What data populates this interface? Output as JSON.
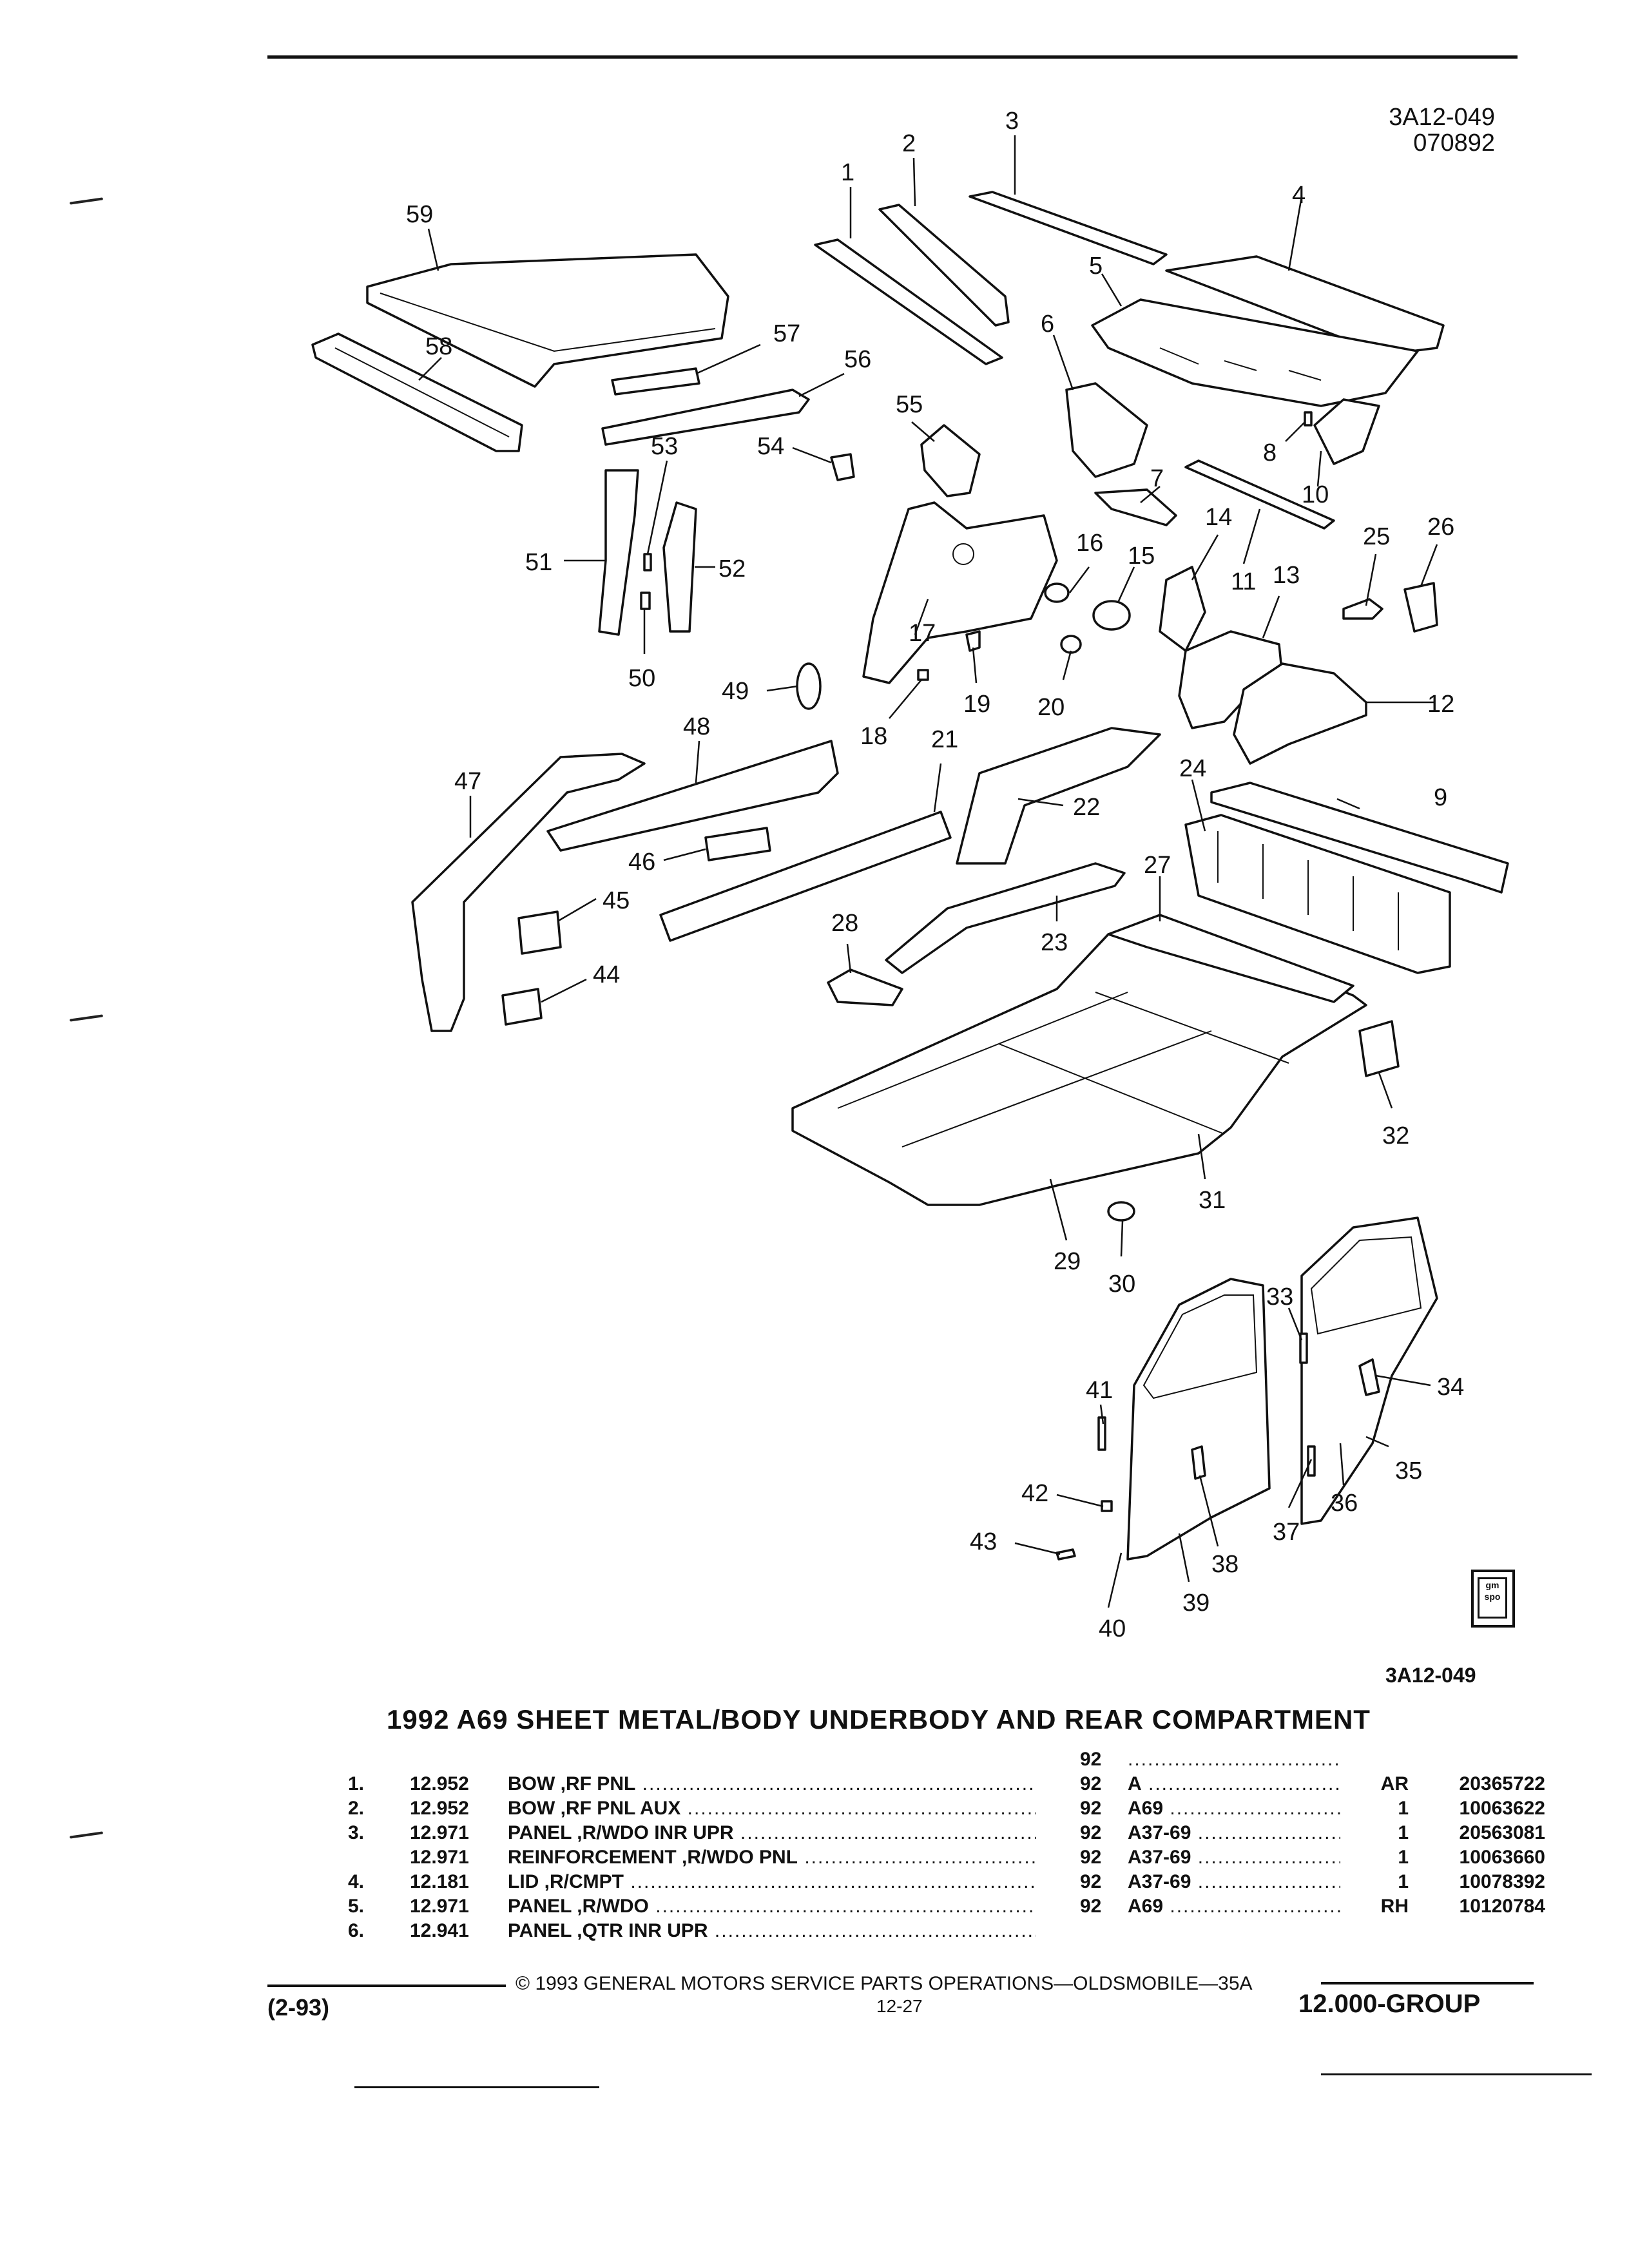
{
  "header": {
    "figure_code": "3A12-049",
    "date_code": "070892"
  },
  "figure_id": "3A12-049",
  "title": "1992 A69 SHEET METAL/BODY UNDERBODY AND REAR COMPARTMENT",
  "parts_table": {
    "rows": [
      {
        "num": "",
        "group": "",
        "desc": "",
        "yr": "92",
        "model": "",
        "qty": "",
        "part_no": ""
      },
      {
        "num": "1.",
        "group": "12.952",
        "desc": "BOW ,RF PNL",
        "yr": "92",
        "model": "A",
        "qty": "AR",
        "part_no": "20365722"
      },
      {
        "num": "2.",
        "group": "12.952",
        "desc": "BOW ,RF PNL AUX",
        "yr": "92",
        "model": "A69",
        "qty": "1",
        "part_no": "10063622"
      },
      {
        "num": "3.",
        "group": "12.971",
        "desc": "PANEL ,R/WDO INR UPR",
        "yr": "92",
        "model": "A37-69",
        "qty": "1",
        "part_no": "20563081"
      },
      {
        "num": "",
        "group": "12.971",
        "desc": "REINFORCEMENT ,R/WDO PNL",
        "yr": "92",
        "model": "A37-69",
        "qty": "1",
        "part_no": "10063660"
      },
      {
        "num": "4.",
        "group": "12.181",
        "desc": "LID ,R/CMPT",
        "yr": "92",
        "model": "A37-69",
        "qty": "1",
        "part_no": "10078392"
      },
      {
        "num": "5.",
        "group": "12.971",
        "desc": "PANEL ,R/WDO",
        "yr": "92",
        "model": "A69",
        "qty": "RH",
        "part_no": "10120784"
      },
      {
        "num": "6.",
        "group": "12.941",
        "desc": "PANEL ,QTR INR UPR",
        "yr": "",
        "model": "",
        "qty": "",
        "part_no": ""
      }
    ]
  },
  "footer": {
    "copyright": "© 1993 GENERAL MOTORS SERVICE PARTS OPERATIONS—OLDSMOBILE—35A",
    "page": "12-27",
    "date": "(2-93)",
    "group": "12.000-GROUP"
  },
  "logo_text": "gm spo",
  "callouts": {
    "c1": "1",
    "c2": "2",
    "c3": "3",
    "c4": "4",
    "c5": "5",
    "c6": "6",
    "c7": "7",
    "c8": "8",
    "c9": "9",
    "c10": "10",
    "c11": "11",
    "c12": "12",
    "c13": "13",
    "c14": "14",
    "c15": "15",
    "c16": "16",
    "c17": "17",
    "c18": "18",
    "c19": "19",
    "c20": "20",
    "c21": "21",
    "c22": "22",
    "c23": "23",
    "c24": "24",
    "c25": "25",
    "c26": "26",
    "c27": "27",
    "c28": "28",
    "c29": "29",
    "c30": "30",
    "c31": "31",
    "c32": "32",
    "c33": "33",
    "c34": "34",
    "c35": "35",
    "c36": "36",
    "c37": "37",
    "c38": "38",
    "c39": "39",
    "c40": "40",
    "c41": "41",
    "c42": "42",
    "c43": "43",
    "c44": "44",
    "c45": "45",
    "c46": "46",
    "c47": "47",
    "c48": "48",
    "c49": "49",
    "c50": "50",
    "c51": "51",
    "c52": "52",
    "c53": "53",
    "c54": "54",
    "c55": "55",
    "c56": "56",
    "c57": "57",
    "c58": "58",
    "c59": "59"
  }
}
